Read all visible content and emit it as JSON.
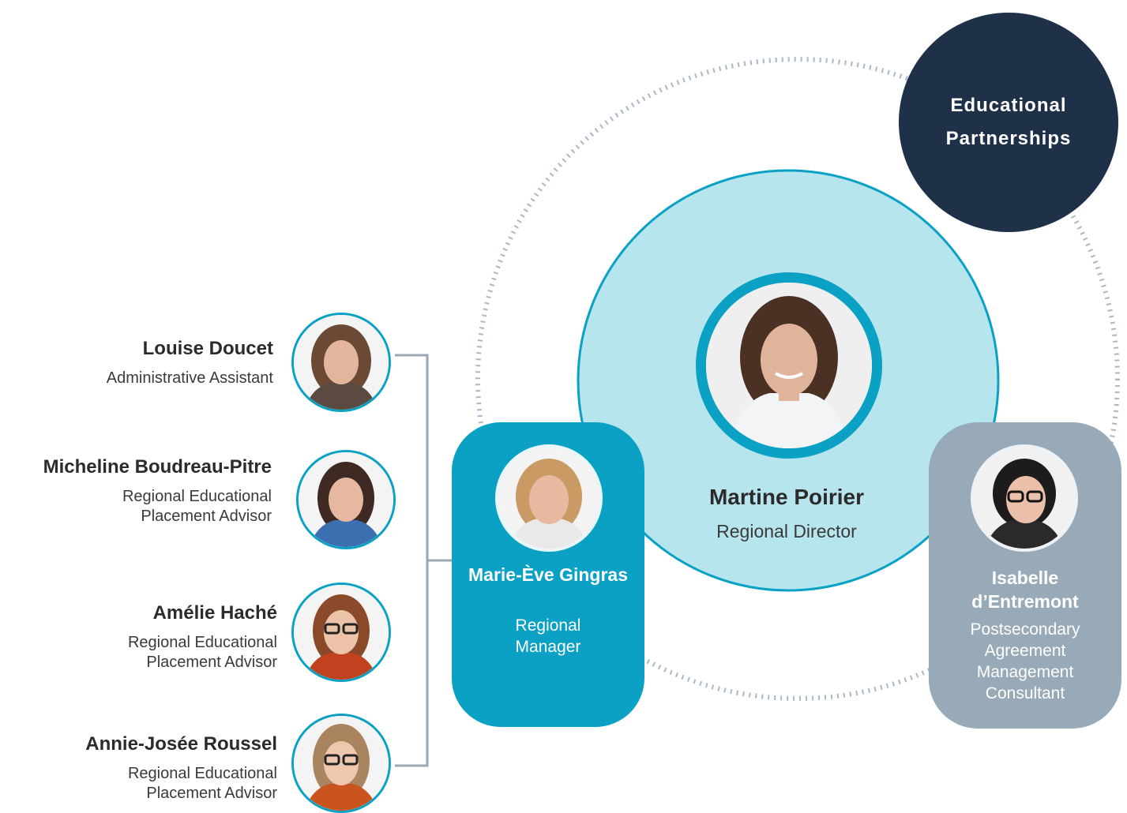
{
  "unit": {
    "name": "Educational Partnerships"
  },
  "director": {
    "name": "Martine Poirier",
    "role": "Regional Director"
  },
  "manager": {
    "name": "Marie-Ève Gingras",
    "role": "Regional Manager"
  },
  "consultant": {
    "name": "Isabelle d’Entremont",
    "role": "Postsecondary Agreement Management Consultant"
  },
  "team": [
    {
      "name": "Louise Doucet",
      "role": "Administrative Assistant"
    },
    {
      "name": "Micheline Boudreau-Pitre",
      "role": "Regional Educational Placement Advisor"
    },
    {
      "name": "Amélie Haché",
      "role": "Regional Educational Placement Advisor"
    },
    {
      "name": "Annie-Josée Roussel",
      "role": "Regional Educational Placement Advisor"
    }
  ],
  "colors": {
    "navy": "#1f3049",
    "teal": "#0aa1c4",
    "light_teal": "#b6e5ee",
    "slate": "#98aab8",
    "dotted": "#a9b7c6",
    "connector": "#9aa7b4"
  }
}
